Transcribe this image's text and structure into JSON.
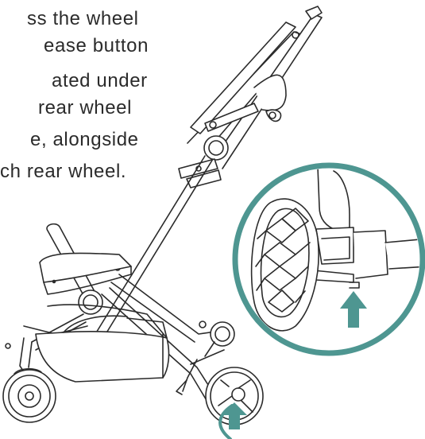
{
  "instruction": {
    "lines": [
      "ss the wheel",
      "ease button",
      "ated under",
      " rear wheel",
      "e, alongside",
      "ch rear wheel."
    ]
  },
  "colors": {
    "line": "#2b2b2b",
    "accent": "#4e9691",
    "fill_light": "#f2f2f2"
  },
  "icons": {
    "pointer": "up-arrow-icon"
  }
}
